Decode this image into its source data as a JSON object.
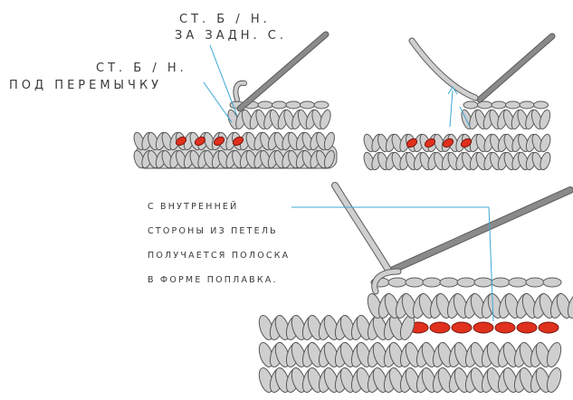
{
  "colors": {
    "yarn": "#cfcfcf",
    "yarn_outline": "#5a5a5a",
    "highlight": "#e0301e",
    "hook": "#8a8a8a",
    "pointer": "#3ea7d6"
  },
  "labels": {
    "back_loop_line1": "СТ. Б / Н.",
    "back_loop_line2": "ЗА ЗАДН. С.",
    "bar_line1": "СТ. Б / Н.",
    "bar_line2": "ПОД ПЕРЕМЫЧКУ",
    "inside_note": [
      "С ВНУТРЕННЕЙ",
      "СТОРОНЫ ИЗ ПЕТЕЛЬ",
      "ПОЛУЧАЕТСЯ ПОЛОСКА",
      "В ФОРМЕ ПОПЛАВКА."
    ]
  }
}
